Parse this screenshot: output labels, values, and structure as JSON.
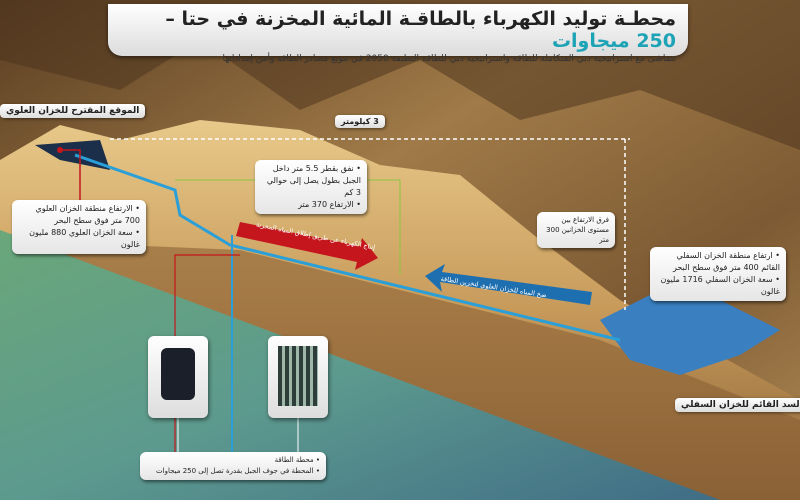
{
  "header": {
    "title": "محطـة توليد الكهرباء بالطاقـة المائية المخزنة في حتا –",
    "title_accent": "250 ميجاوات",
    "subtitle": "تتماشى مع استراتيجية دبي المتكاملة للطاقة واستراتيجية دبي للطاقة النظيفة 2050 في تنويع مصادر الطاقة وأمن إمداداتها"
  },
  "labels": {
    "upper_site": "الموقع المقترح للخزان العلوي",
    "distance": "3 كيلومتر",
    "lower_dam": "السد القائم للخزان السفلي"
  },
  "tunnel_box": [
    "نفق بقطر 5.5 متر داخل الجبل بطول يصل إلى حوالي 3 كم",
    "الارتفاع 370 متر"
  ],
  "upper_reservoir_box": [
    "الارتفاع منطقة الخزان العلوي 700 متر فوق سطح البحر",
    "سعة الخزان العلوي 880 مليون غالون"
  ],
  "height_diff_box": "فرق الارتفاع بين مستوى الخزانين 300 متر",
  "lower_reservoir_box": [
    "ارتفاع منطقة الخزان السفلي القائم 400 متر فوق سطح البحر",
    "سعة الخزان السفلي 1716 مليون غالون"
  ],
  "power_station_box": [
    "محطة الطاقة",
    "المحطة في جوف الجبل بقدرة تصل إلى 250 ميجاوات"
  ],
  "arrows": {
    "generate": "إنتاج الكهرباء عن طريق إطلاق المياه المخزنة",
    "pump": "ضخ المياه للخزان العلوي لتخزين الطاقة"
  },
  "colors": {
    "accent": "#1ca3b5",
    "water": "#2a9fd8",
    "red": "#c4161c",
    "green": "#8bc63f"
  }
}
